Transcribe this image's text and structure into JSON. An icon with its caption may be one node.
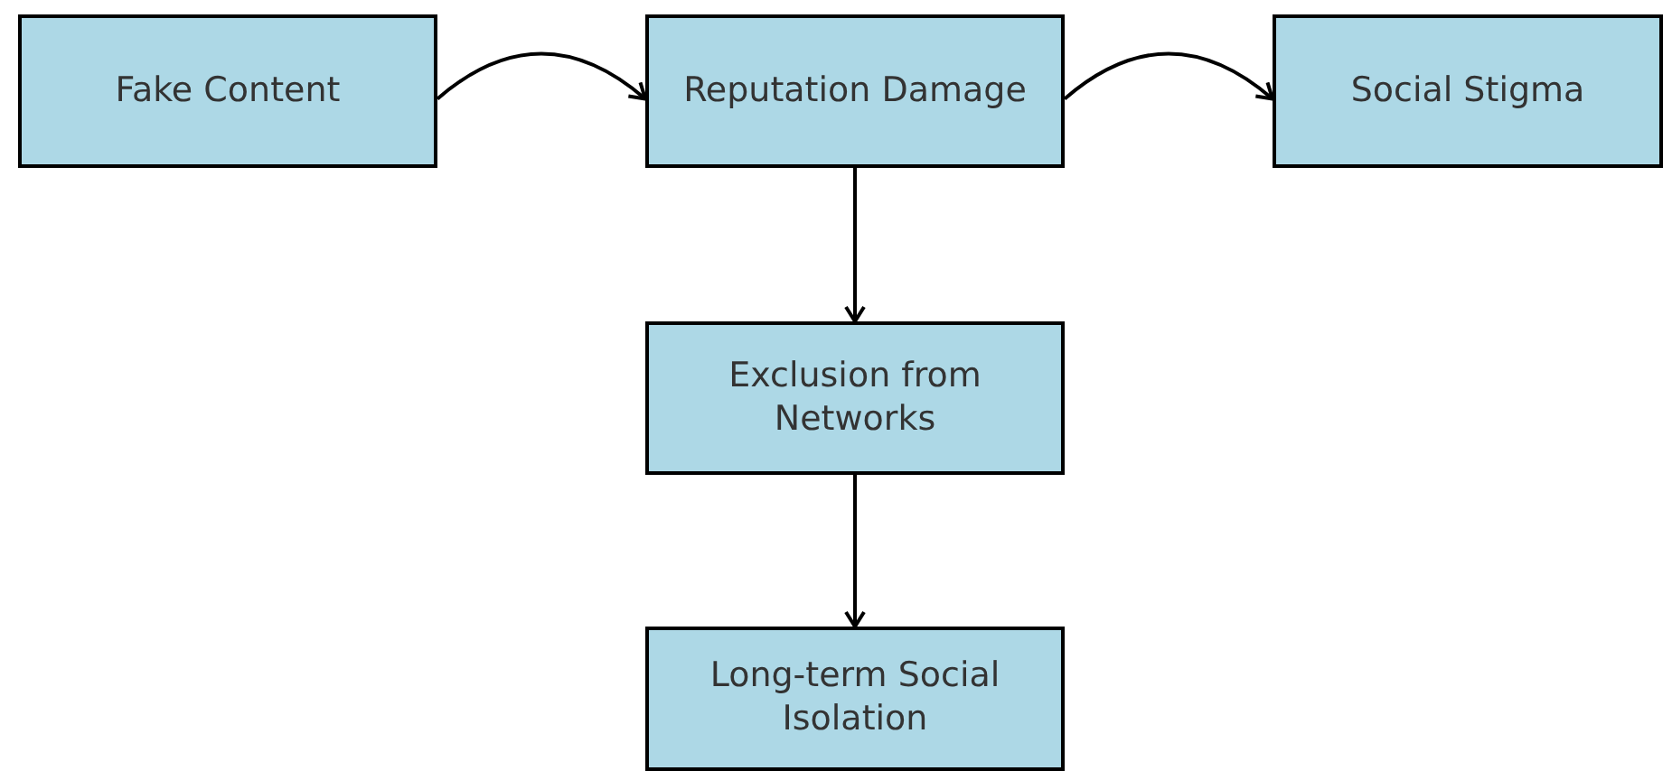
{
  "diagram": {
    "nodes": [
      {
        "text": [
          "Fake Content"
        ]
      },
      {
        "text": [
          "Reputation Damage"
        ]
      },
      {
        "text": [
          "Social Stigma"
        ]
      },
      {
        "text": [
          "Exclusion from Networks"
        ]
      },
      {
        "text": [
          "Long-term Social Isolation"
        ]
      }
    ],
    "edges": [
      {
        "from": 0,
        "to": 1,
        "arrow": "to"
      },
      {
        "from": 1,
        "to": 2,
        "arrow": "to"
      },
      {
        "from": 1,
        "to": 3,
        "arrow": "to"
      },
      {
        "from": 3,
        "to": 4,
        "arrow": "to"
      }
    ]
  }
}
